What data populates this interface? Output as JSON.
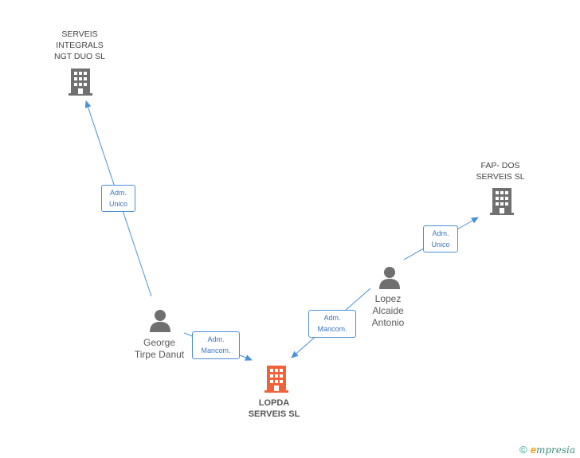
{
  "nodes": {
    "serveis_integrals": {
      "label": "SERVEIS\nINTEGRALS\nNGT DUO SL",
      "color": "#707070"
    },
    "fap_dos": {
      "label": "FAP- DOS\nSERVEIS SL",
      "color": "#707070"
    },
    "lopda": {
      "label": "LOPDA\nSERVEIS SL",
      "color": "#f0623a"
    },
    "george": {
      "label": "George\nTirpe Danut",
      "color": "#6f6f6f"
    },
    "lopez": {
      "label": "Lopez\nAlcaide\nAntonio",
      "color": "#6f6f6f"
    }
  },
  "edges": {
    "george_serveis": {
      "label": "Adm.\nUnico"
    },
    "george_lopda": {
      "label": "Adm.\nMancom."
    },
    "lopez_lopda": {
      "label": "Adm.\nMancom."
    },
    "lopez_fap": {
      "label": "Adm.\nUnico"
    }
  },
  "colors": {
    "edge": "#4a90d9",
    "edge_text": "#3a76c4"
  },
  "footer": {
    "copyright": "©",
    "brand_initial": "e",
    "brand_rest": "mpresia"
  }
}
